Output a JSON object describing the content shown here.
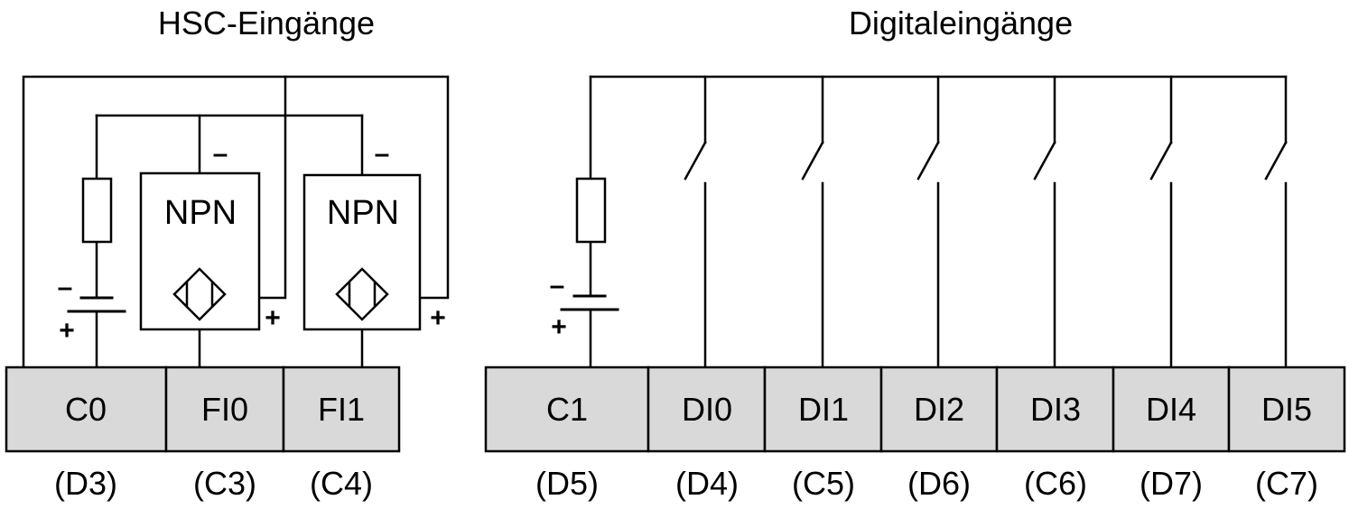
{
  "hsc": {
    "title": "HSC-Eingänge",
    "terminals": [
      {
        "label": "C0",
        "pin": "(D3)"
      },
      {
        "label": "FI0",
        "pin": "(C3)"
      },
      {
        "label": "FI1",
        "pin": "(C4)"
      }
    ],
    "sensors": [
      {
        "type": "NPN",
        "minus": "–",
        "plus": "+"
      },
      {
        "type": "NPN",
        "minus": "–",
        "plus": "+"
      }
    ],
    "battery": {
      "minus": "–",
      "plus": "+"
    }
  },
  "digital": {
    "title": "Digitaleingänge",
    "terminals": [
      {
        "label": "C1",
        "pin": "(D5)"
      },
      {
        "label": "DI0",
        "pin": "(D4)"
      },
      {
        "label": "DI1",
        "pin": "(C5)"
      },
      {
        "label": "DI2",
        "pin": "(D6)"
      },
      {
        "label": "DI3",
        "pin": "(C6)"
      },
      {
        "label": "DI4",
        "pin": "(D7)"
      },
      {
        "label": "DI5",
        "pin": "(C7)"
      }
    ],
    "battery": {
      "minus": "–",
      "plus": "+"
    }
  }
}
